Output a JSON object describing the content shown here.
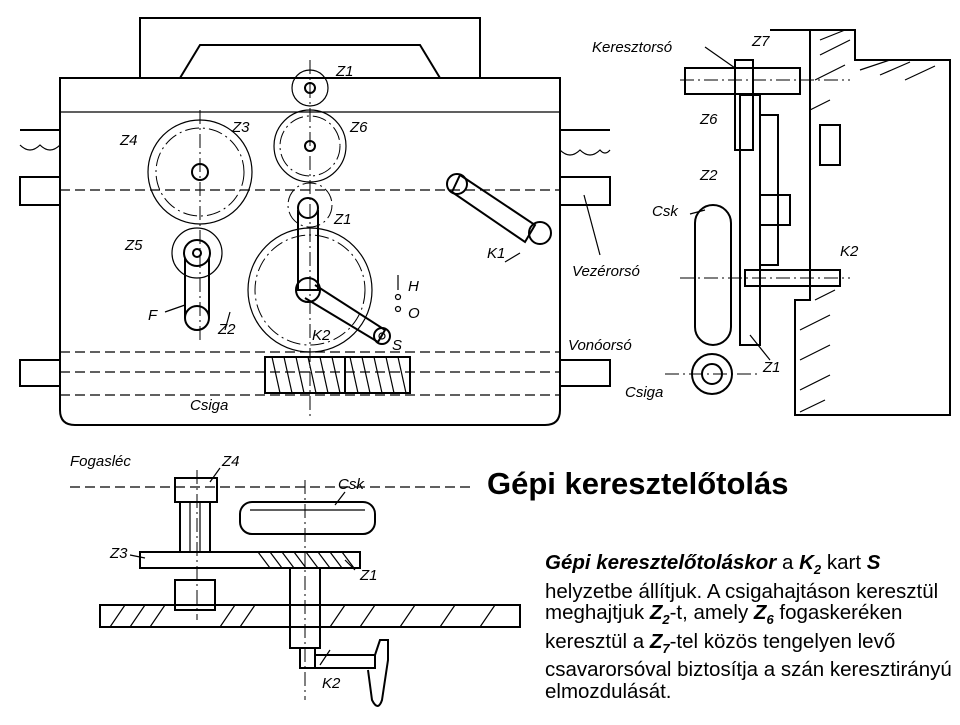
{
  "title": "Gépi keresztelőtolás",
  "labels": {
    "z1": "Z1",
    "z2": "Z2",
    "z3": "Z3",
    "z4": "Z4",
    "z5": "Z5",
    "z6": "Z6",
    "z7": "Z7",
    "k1": "K1",
    "k2": "K2",
    "f": "F",
    "h": "H",
    "o": "O",
    "s": "S",
    "keresztorso": "Keresztorsó",
    "vezerorso": "Vezérorsó",
    "vonoorso": "Vonóorsó",
    "csiga": "Csiga",
    "csk": "Csk",
    "fogasleck": "Fogasléc"
  },
  "description": {
    "p1_em": "Gépi keresztelőtoláskor",
    "p1_a": " a ",
    "k2_main": "K",
    "k2_sub": "2",
    "p1_b": " kart ",
    "s": "S",
    "p1_c": " helyzetbe állítjuk. A csigahajtáson keresztül meghajtjuk ",
    "z2_main": "Z",
    "z2_sub": "2",
    "p1_d": "-t, amely ",
    "z6_main": "Z",
    "z6_sub": "6",
    "p1_e": " fogaskeréken keresztül a ",
    "z7_main": "Z",
    "z7_sub": "7",
    "p1_f": "-tel közös tengelyen levő csavarorsóval biztosítja a szán keresztirányú elmozdulását."
  }
}
